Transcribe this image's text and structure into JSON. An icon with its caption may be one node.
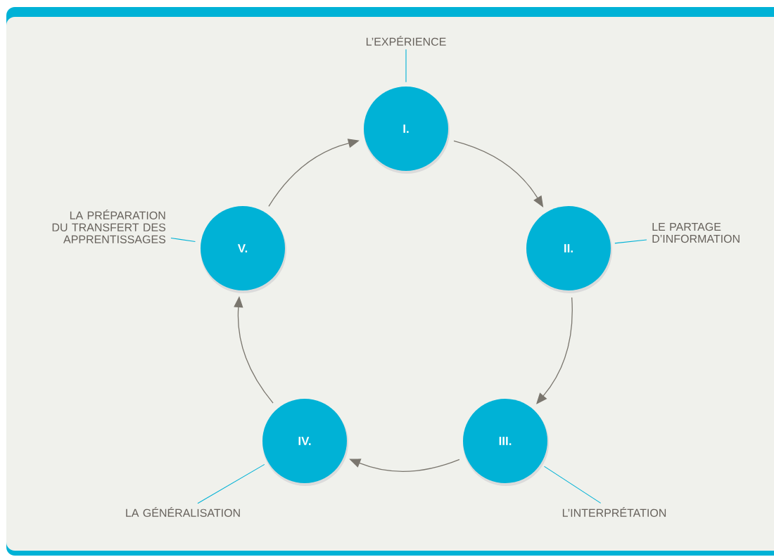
{
  "diagram": {
    "nodes": [
      {
        "text": [
          "I."
        ]
      },
      {
        "text": [
          "II."
        ]
      },
      {
        "text": [
          "III."
        ]
      },
      {
        "text": [
          "IV."
        ]
      },
      {
        "text": [
          "V."
        ]
      },
      {
        "text": [
          "L’EXPÉRIENCE"
        ]
      },
      {
        "text": [
          "LE PARTAGE D’INFORMATION"
        ]
      },
      {
        "text": [
          "L’INTERPRÉTATION"
        ]
      },
      {
        "text": [
          "LA GÉNÉRALISATION"
        ]
      },
      {
        "text": [
          "LA PRÉPARATION DU TRANSFERT DES APPRENTISSAGES"
        ]
      }
    ],
    "edges": [
      {
        "from": 0,
        "to": 1,
        "arrow": "to"
      },
      {
        "from": 1,
        "to": 2,
        "arrow": "to"
      },
      {
        "from": 2,
        "to": 3,
        "arrow": "to"
      },
      {
        "from": 3,
        "to": 4,
        "arrow": "to"
      },
      {
        "from": 4,
        "to": 0,
        "arrow": "to"
      },
      {
        "from": 5,
        "to": 0,
        "arrow": "none",
        "color": "#00b2d6"
      },
      {
        "from": 6,
        "to": 1,
        "arrow": "none",
        "color": "#00b2d6"
      },
      {
        "from": 7,
        "to": 2,
        "arrow": "none",
        "color": "#00b2d6"
      },
      {
        "from": 8,
        "to": 3,
        "arrow": "none",
        "color": "#00b2d6"
      },
      {
        "from": 9,
        "to": 4,
        "arrow": "none",
        "color": "#00b2d6"
      }
    ]
  }
}
